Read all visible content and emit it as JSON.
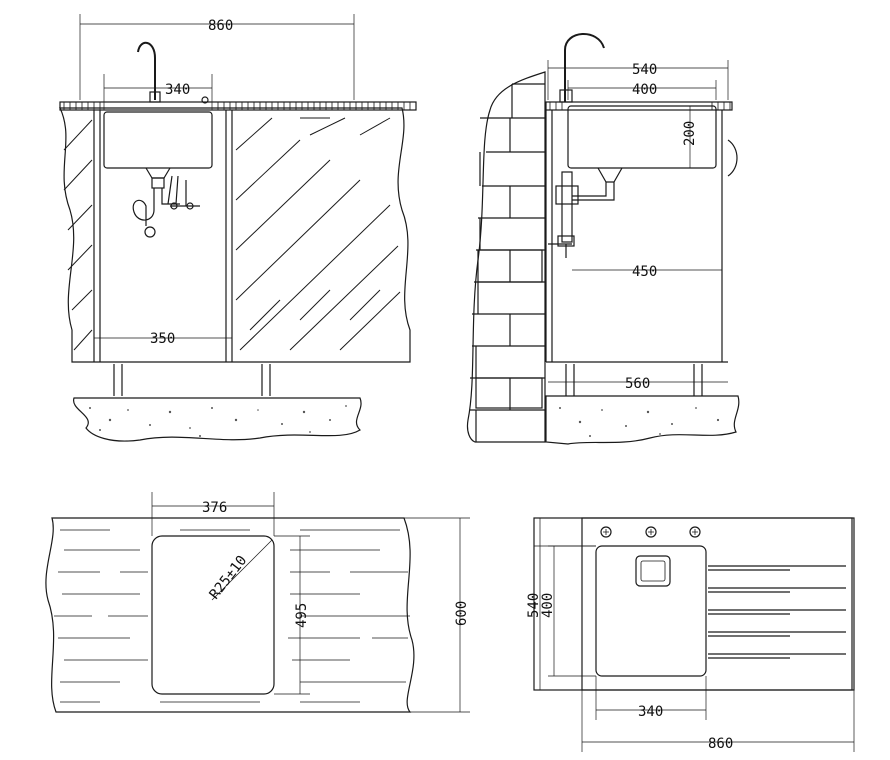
{
  "colors": {
    "line": "#1a1a1a",
    "background": "#ffffff"
  },
  "front_view": {
    "width_label": "860",
    "sink_width_label": "340",
    "cabinet_depth_label": "350"
  },
  "side_view": {
    "depth_label": "540",
    "sink_depth_label": "400",
    "bowl_height_label": "200",
    "height_label": "450",
    "base_label": "560"
  },
  "cutout_view": {
    "width_label": "376",
    "radius_label": "R25±10",
    "height_label": "495",
    "total_label": "600"
  },
  "top_view": {
    "depth_label": "540",
    "sink_depth_label": "400",
    "sink_width_label": "340",
    "total_width_label": "860"
  }
}
